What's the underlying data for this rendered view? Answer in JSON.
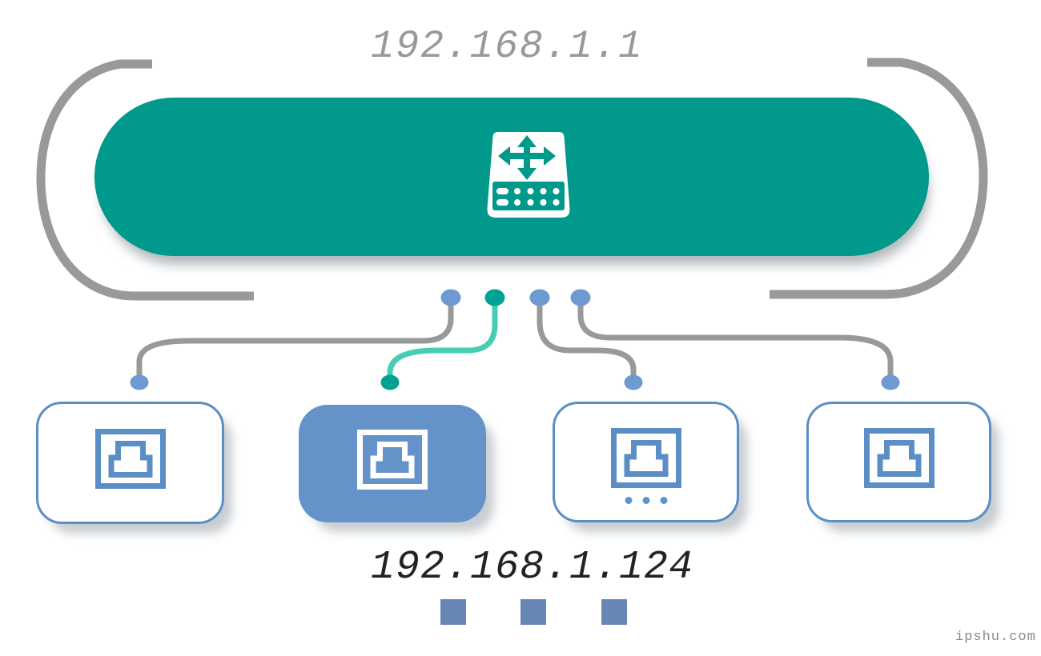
{
  "router": {
    "ip": "192.168.1.1"
  },
  "device": {
    "ip": "192.168.1.124"
  },
  "watermark": "ipshu.com",
  "ports": [
    {
      "id": 1,
      "variant": "default",
      "link_color": "gray"
    },
    {
      "id": 2,
      "variant": "selected",
      "link_color": "teal"
    },
    {
      "id": 3,
      "variant": "more",
      "link_color": "gray"
    },
    {
      "id": 4,
      "variant": "default",
      "link_color": "gray"
    }
  ],
  "colors": {
    "teal_pill": "#00998C",
    "teal_dot": "#00A295",
    "teal_link": "#47CDB4",
    "blue_dot": "#6D9AD0",
    "blue_border": "#5A8EC5",
    "blue_selected_fill": "#6492C9",
    "slate_square": "#6886B4",
    "gray_line": "#98999B",
    "title_gray": "#98999B",
    "text_dark": "#202226"
  }
}
